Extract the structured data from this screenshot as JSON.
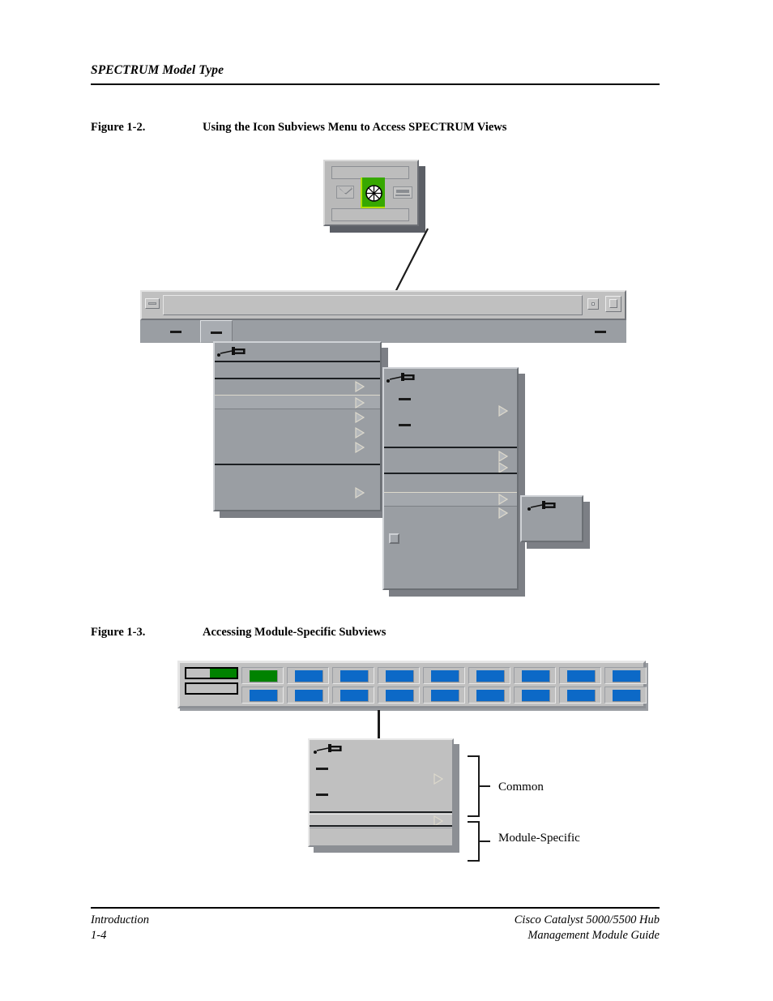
{
  "page": {
    "running_head": "SPECTRUM Model Type",
    "footer_left_line1": "Introduction",
    "footer_left_line2": "1-4",
    "footer_right_line1": "Cisco Catalyst 5000/5500 Hub",
    "footer_right_line2": "Management Module Guide"
  },
  "figures": [
    {
      "number": "Figure 1-2.",
      "title": "Using the Icon Subviews Menu to Access SPECTRUM Views"
    },
    {
      "number": "Figure 1-3.",
      "title": "Accessing Module-Specific Subviews"
    }
  ],
  "figure_1_2": {
    "icon_widget": {
      "name": "device-icon-widget",
      "label_top": "",
      "label_bottom": "",
      "mail_icon": "envelope-icon",
      "pie_icon": "pie-wheel-icon",
      "device_icon": "device-icon",
      "pie_background_color": "#37a800",
      "pie_border_color": "#b4e000"
    },
    "window": {
      "title": "",
      "menu_button": "window-menu-button",
      "minimize_button": "minimize-button",
      "maximize_button": "maximize-button",
      "menubar_items": [
        "",
        "",
        ""
      ]
    },
    "menus": [
      {
        "name": "icon-subviews-menu",
        "tearoff": "tearoff-pin-icon",
        "items": [
          "",
          "",
          "",
          "",
          "",
          "",
          "",
          "",
          ""
        ]
      },
      {
        "name": "subviews-submenu",
        "tearoff": "tearoff-pin-icon",
        "items": [
          "",
          "",
          "",
          "",
          "",
          "",
          "",
          ""
        ]
      },
      {
        "name": "nested-submenu",
        "tearoff": "tearoff-pin-icon",
        "items": [
          ""
        ]
      }
    ]
  },
  "figure_1_3": {
    "chassis": {
      "name": "hub-chassis-widget",
      "supervisor_led_color": "#008200",
      "module_count": 9,
      "ports_per_module": 2,
      "active_port_color": "#008200",
      "normal_port_color": "#0c69c7"
    },
    "menu": {
      "name": "module-subviews-menu",
      "tearoff": "tearoff-pin-icon",
      "items": [
        "",
        "",
        "",
        "",
        ""
      ]
    },
    "brackets": [
      {
        "label": "Common"
      },
      {
        "label": "Module-Specific"
      }
    ]
  }
}
